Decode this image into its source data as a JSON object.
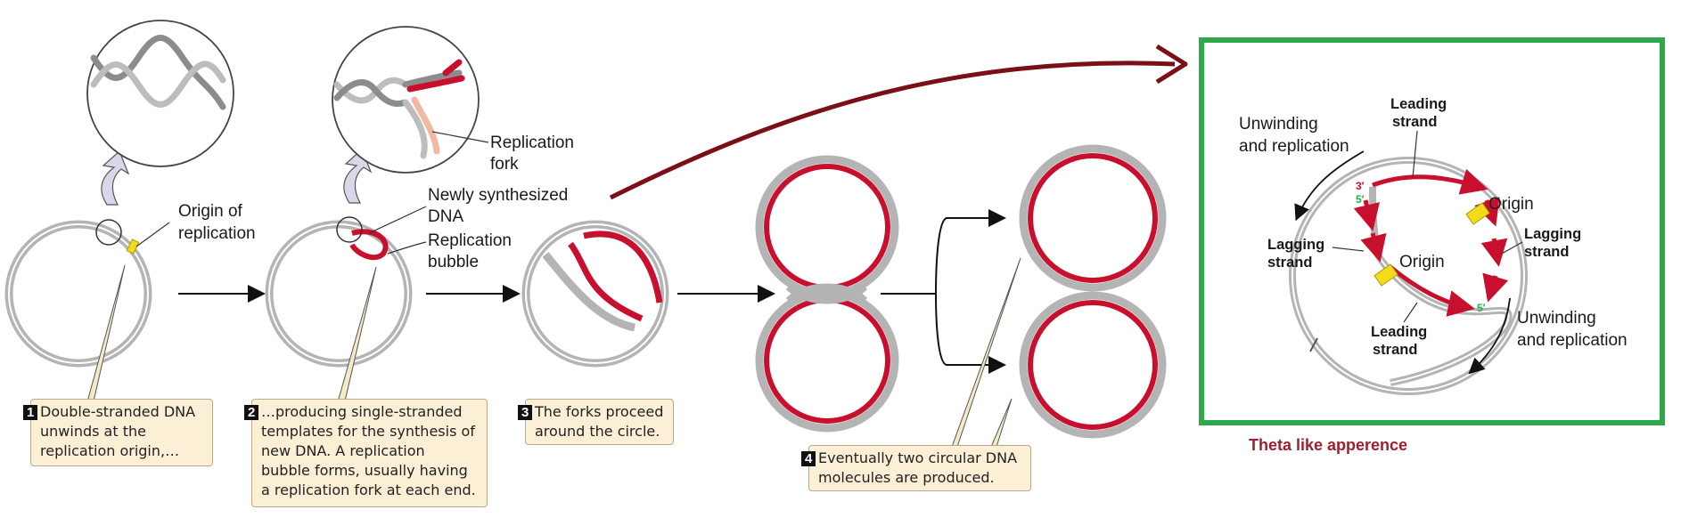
{
  "labels": {
    "origin_of_replication": [
      "Origin of",
      "replication"
    ],
    "replication_fork": [
      "Replication",
      "fork"
    ],
    "newly_synthesized": [
      "Newly synthesized",
      "DNA"
    ],
    "replication_bubble": [
      "Replication",
      "bubble"
    ]
  },
  "steps": [
    {
      "num": "1",
      "lines": [
        "Double-stranded DNA",
        "unwinds at the",
        "replication origin,…"
      ]
    },
    {
      "num": "2",
      "lines": [
        "…producing single-stranded",
        "templates for the synthesis of",
        "new DNA. A replication",
        "bubble forms, usually having",
        "a replication fork at each end."
      ]
    },
    {
      "num": "3",
      "lines": [
        "The forks proceed",
        "around the circle."
      ]
    },
    {
      "num": "4",
      "lines": [
        "Eventually two circular DNA",
        "molecules are produced."
      ]
    }
  ],
  "detail": {
    "unwinding_top": [
      "Unwinding",
      "and replication"
    ],
    "unwinding_bottom": [
      "Unwinding",
      "and replication"
    ],
    "leading_top": [
      "Leading",
      "strand"
    ],
    "leading_bottom": [
      "Leading",
      "strand"
    ],
    "lagging_left": [
      "Lagging",
      "strand"
    ],
    "lagging_right": [
      "Lagging",
      "strand"
    ],
    "origin_right": "Origin",
    "origin_inner": "Origin",
    "three_prime": "3′",
    "five_prime": "5′"
  },
  "theta_caption": "Theta like apperence",
  "colors": {
    "dna_gray": "#b4b4b4",
    "new_dna_red": "#c8102e",
    "frame_green": "#2ea84a",
    "callout_bg": "#fbf0d6",
    "theta_caption": "#a01e2e",
    "big_arrow": "#7a0f17"
  }
}
